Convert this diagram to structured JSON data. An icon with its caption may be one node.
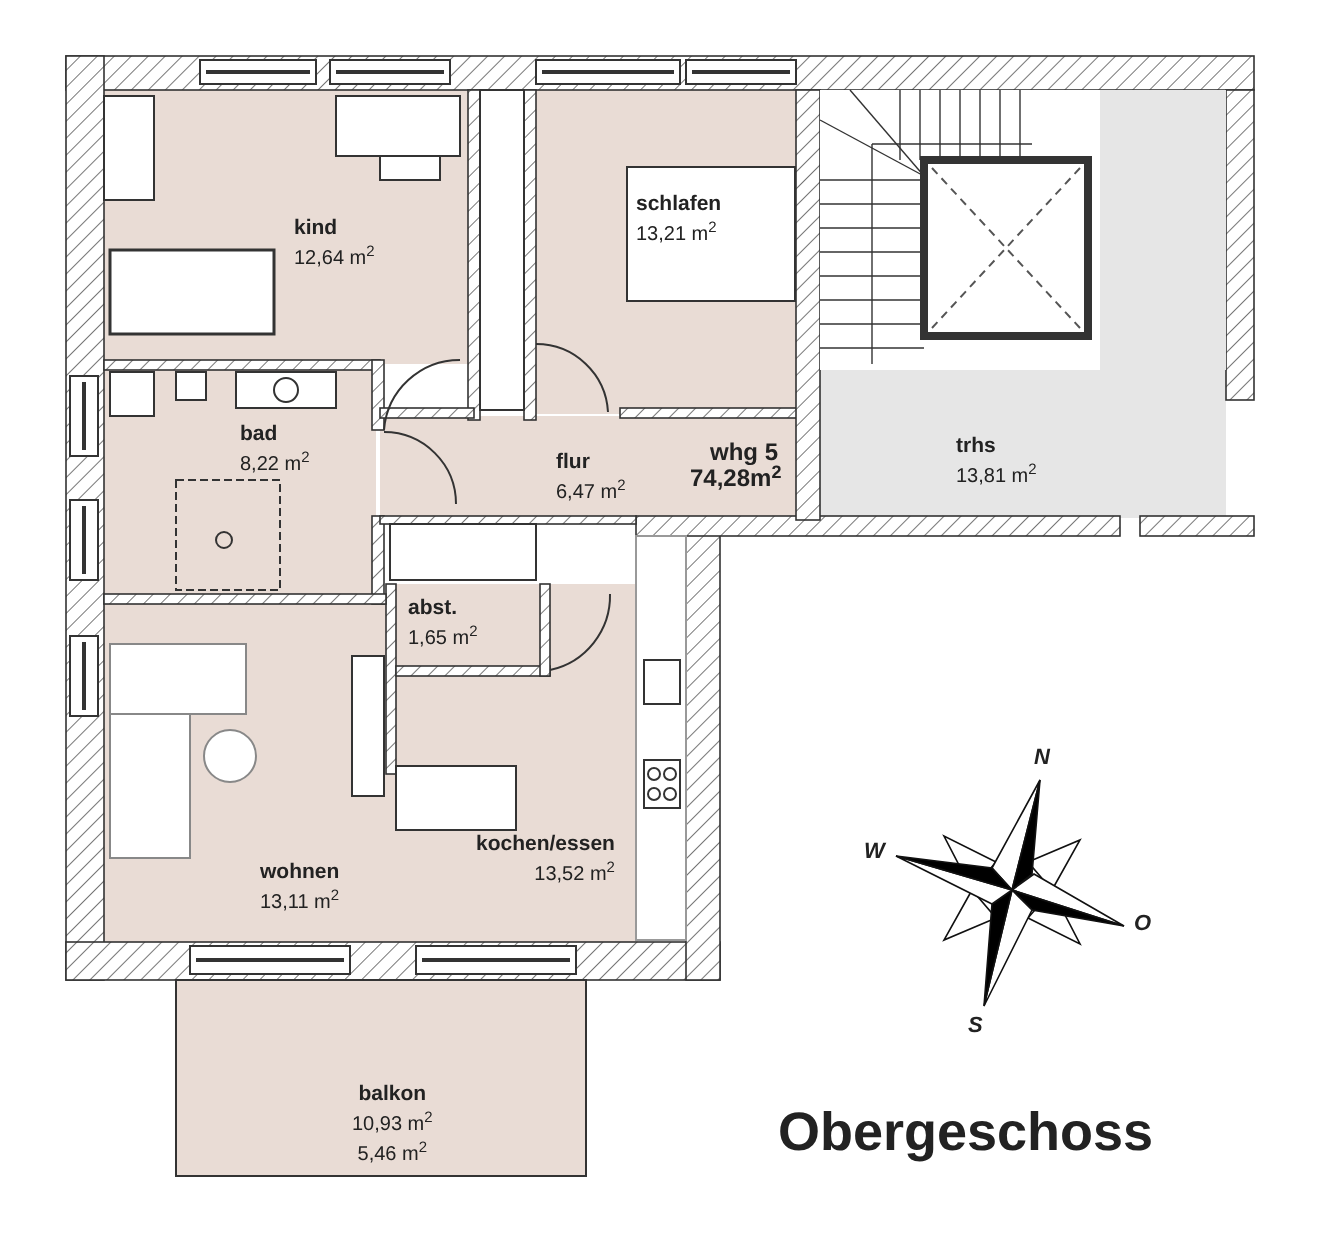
{
  "diagram": {
    "title": "Obergeschoss",
    "nodes": [
      {
        "text": [
          "kind",
          "12,64 m$^{2}$"
        ]
      },
      {
        "text": [
          "schlafen",
          "13,21 m$^{2}$"
        ]
      },
      {
        "text": [
          "bad",
          "8,22 m$^{2}$"
        ]
      },
      {
        "text": [
          "flur",
          "6,47 m$^{2}$"
        ]
      },
      {
        "text": [
          "trhs",
          "13,81 m$^{2}$"
        ]
      },
      {
        "text": [
          "abst.",
          "1,65 m$^{2}$"
        ]
      },
      {
        "text": [
          "wohnen",
          "13,11 m$^{2}$"
        ]
      },
      {
        "text": [
          "kochen/essen",
          "13,52 m$^{2}$"
        ]
      },
      {
        "text": [
          "balkon",
          "10,93 m$^{2}$",
          "5,46 m$^{2}$"
        ]
      }
    ],
    "edges": [],
    "labels": [
      "whg 5",
      "74,28m$^{2}$",
      "N",
      "W",
      "O",
      "S"
    ]
  }
}
